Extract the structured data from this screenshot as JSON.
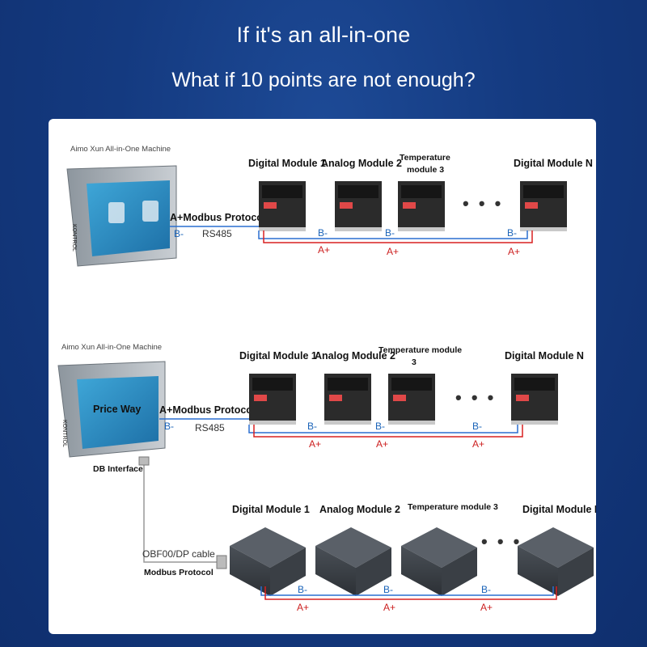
{
  "header": {
    "title": "If it's an all-in-one",
    "subtitle": "What if 10 points are not enough?"
  },
  "section1": {
    "machine_label": "Aimo Xun All-in-One Machine",
    "protocol": "A+Modbus Protocol",
    "b_minus": "B-",
    "rs485": "RS485",
    "modules": [
      "Digital Module 1",
      "Analog Module 2",
      "Temperature",
      "module 3",
      "Digital Module N"
    ],
    "bus_b_labels": [
      "B-",
      "B-",
      "B-"
    ],
    "bus_a_labels": [
      "A+",
      "A+",
      "A+"
    ],
    "dots": "• • •"
  },
  "section2": {
    "machine_label": "Aimo Xun All-in-One Machine",
    "price_way": "Price Way",
    "protocol": "A+Modbus Protocol",
    "b_minus": "B-",
    "rs485": "RS485",
    "db_interface": "DB Interface",
    "modules": [
      "Digital Module 1",
      "Analog Module 2",
      "Temperature module",
      "3",
      "Digital Module N"
    ],
    "bus_b_labels": [
      "B-",
      "B-",
      "B-"
    ],
    "bus_a_labels": [
      "A+",
      "A+",
      "A+"
    ],
    "dots": "• • •"
  },
  "section3": {
    "cable_label": "OBF00/DP cable",
    "protocol": "Modbus Protocol",
    "modules": [
      "Digital Module 1",
      "Analog Module 2",
      "Temperature module 3",
      "Digital Module N"
    ],
    "bus_b_labels": [
      "B-",
      "B-",
      "B-"
    ],
    "bus_a_labels": [
      "A+",
      "A+",
      "A+"
    ],
    "dots": "• • •"
  },
  "colors": {
    "background": "#143a80",
    "wire_b": "#2a6fd0",
    "wire_a": "#d82020",
    "module_body": "#2b2b2b",
    "plc_body": "#3a3f45"
  },
  "machine_screen_text": "KONTROL"
}
